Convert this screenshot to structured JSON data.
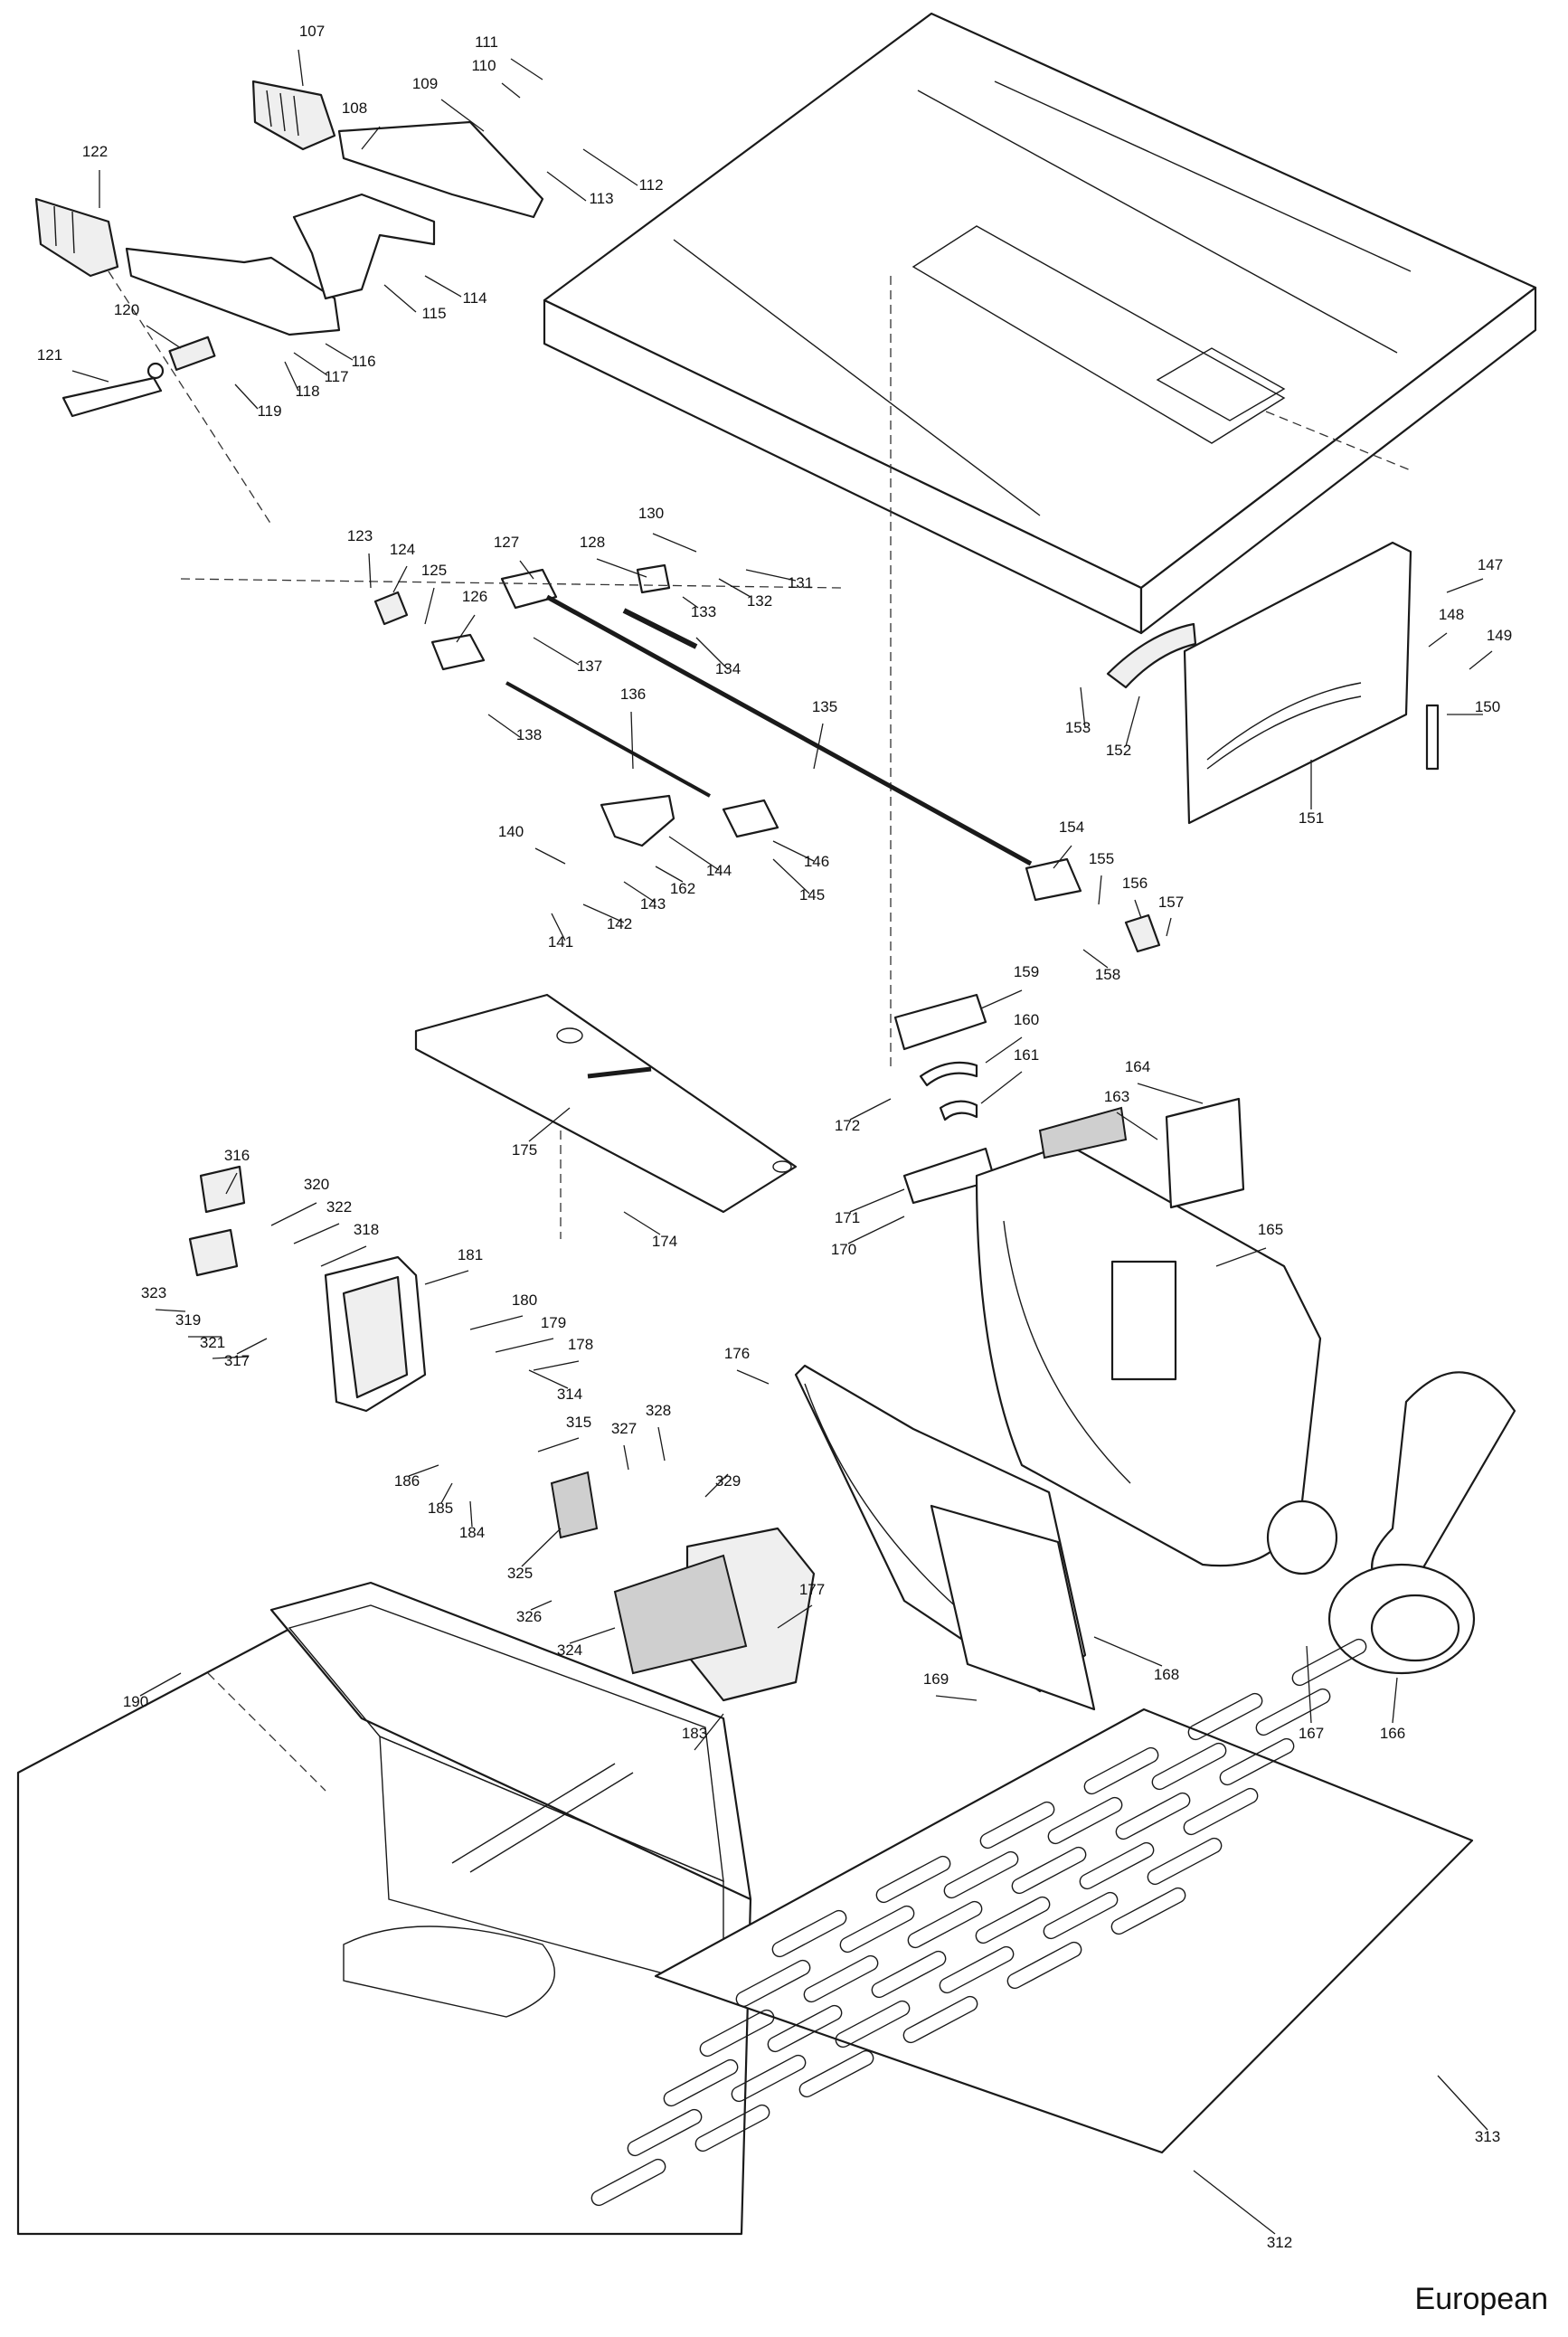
{
  "region_label": "European",
  "part_numbers": [
    "107",
    "108",
    "109",
    "110",
    "111",
    "112",
    "113",
    "114",
    "115",
    "116",
    "117",
    "118",
    "119",
    "120",
    "121",
    "122",
    "123",
    "124",
    "125",
    "126",
    "127",
    "128",
    "130",
    "131",
    "132",
    "133",
    "134",
    "135",
    "136",
    "137",
    "138",
    "140",
    "141",
    "142",
    "143",
    "144",
    "145",
    "146",
    "147",
    "148",
    "149",
    "150",
    "151",
    "152",
    "153",
    "154",
    "155",
    "156",
    "157",
    "158",
    "159",
    "160",
    "161",
    "162",
    "163",
    "164",
    "165",
    "166",
    "167",
    "168",
    "169",
    "170",
    "171",
    "172",
    "174",
    "175",
    "176",
    "177",
    "178",
    "179",
    "180",
    "181",
    "183",
    "184",
    "185",
    "186",
    "190",
    "312",
    "313",
    "314",
    "315",
    "316",
    "317",
    "318",
    "319",
    "320",
    "321",
    "322",
    "323",
    "324",
    "325",
    "326",
    "327",
    "328",
    "329"
  ]
}
